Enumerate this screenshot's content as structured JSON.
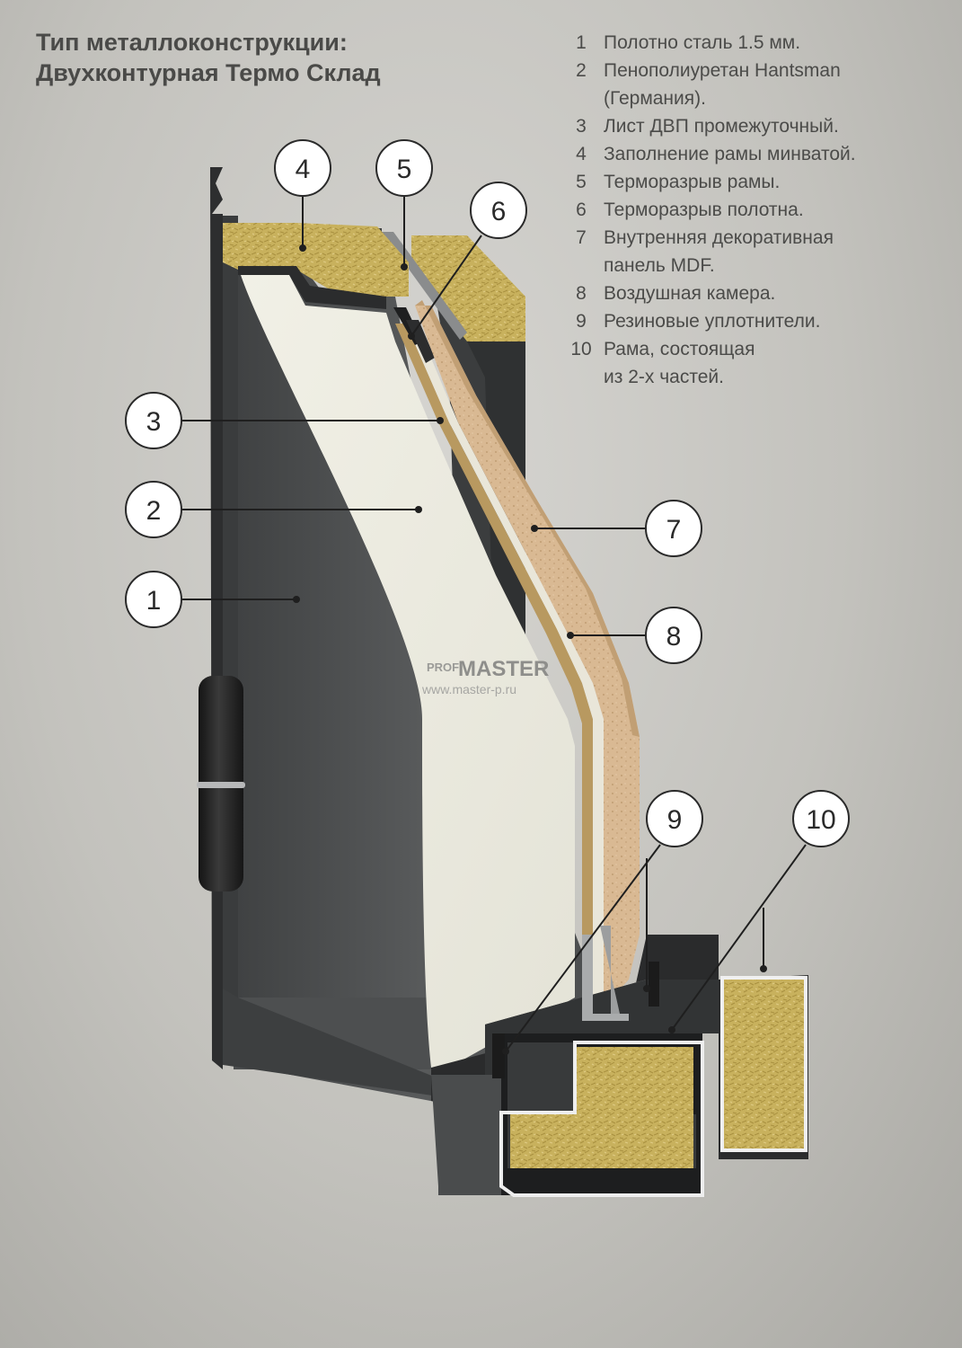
{
  "title": {
    "line1": "Тип металлоконструкции:",
    "line2": "Двухконтурная Термо Склад"
  },
  "legend": [
    {
      "num": "1",
      "lines": [
        "Полотно сталь 1.5 мм."
      ]
    },
    {
      "num": "2",
      "lines": [
        "Пенополиуретан Hantsman",
        "(Германия)."
      ]
    },
    {
      "num": "3",
      "lines": [
        "Лист ДВП промежуточный."
      ]
    },
    {
      "num": "4",
      "lines": [
        "Заполнение рамы минватой."
      ]
    },
    {
      "num": "5",
      "lines": [
        "Терморазрыв рамы."
      ]
    },
    {
      "num": "6",
      "lines": [
        "Терморазрыв полотна."
      ]
    },
    {
      "num": "7",
      "lines": [
        "Внутренняя декоративная",
        "панель MDF."
      ]
    },
    {
      "num": "8",
      "lines": [
        "Воздушная камера."
      ]
    },
    {
      "num": "9",
      "lines": [
        "Резиновые уплотнители."
      ]
    },
    {
      "num": "10",
      "lines": [
        "Рама, состоящая",
        "из 2-х частей."
      ]
    }
  ],
  "callouts": [
    "1",
    "2",
    "3",
    "4",
    "5",
    "6",
    "7",
    "8",
    "9",
    "10"
  ],
  "watermark": {
    "prefix": "PROF",
    "brand": "MASTER",
    "url": "www.master-p.ru"
  },
  "colors": {
    "steel": "#4f5152",
    "steel_dark": "#2d2e2f",
    "foam": "#efeee2",
    "mineral_wool": "#c9b25e",
    "mdf": "#d8b892",
    "fiberboard": "#b99a62",
    "text": "#4a4a48"
  }
}
